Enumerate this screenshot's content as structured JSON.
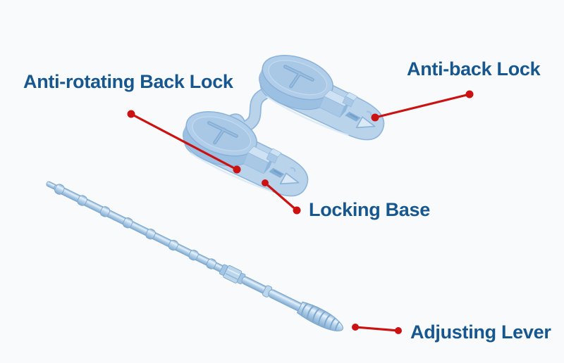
{
  "figure": {
    "type": "labeled-parts-diagram",
    "colors": {
      "background": "#f8fafc",
      "leader_line": "#cc1111",
      "label_text": "#16578f",
      "part_fill": "#b9d3eb"
    },
    "labels": {
      "anti_rotating_back_lock": "Anti-rotating Back Lock",
      "anti_back_lock": "Anti-back Lock",
      "locking_base": "Locking Base",
      "adjusting_lever": "Adjusting Lever"
    }
  }
}
